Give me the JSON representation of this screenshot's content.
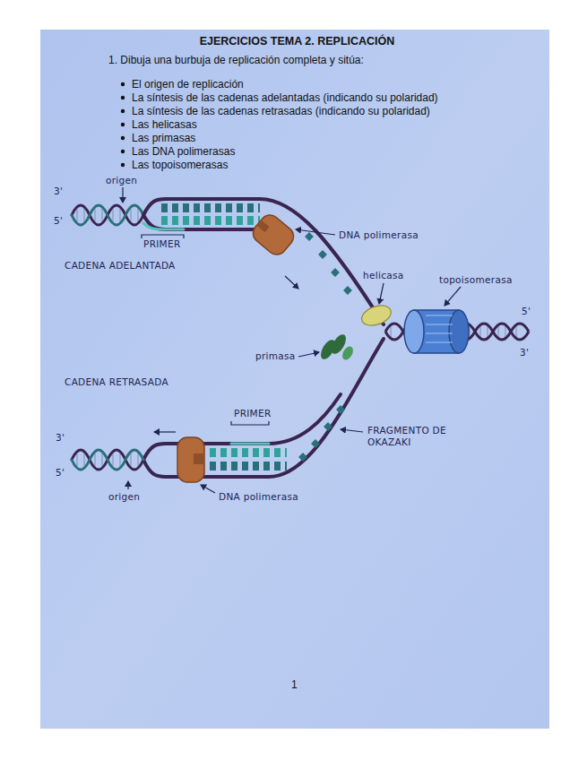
{
  "diagram": {
    "title": "EJERCICIOS TEMA 2. REPLICACIÓN",
    "labels": [
      "1. Dibuja una burbuja de replicación completa y sitúa:",
      "El origen de replicación",
      "La síntesis de las cadenas adelantadas (indicando su polaridad)",
      "La síntesis de las cadenas retrasadas (indicando su polaridad)",
      "Las helicasas",
      "Las primasas",
      "Las DNA polimerasas",
      "Las topoisomerasas",
      "3'",
      "origen",
      "5'",
      "DNA polimerasa",
      "PRIMER",
      "CADENA ADELANTADA",
      "helicasa",
      "topoisomerasa",
      "5'",
      "3'",
      "primasa",
      "CADENA RETRASADA",
      "PRIMER",
      "3'",
      "5'",
      "FRAGMENTO DE OKAZAKI",
      "origen",
      "DNA polimerasa",
      "1"
    ]
  }
}
